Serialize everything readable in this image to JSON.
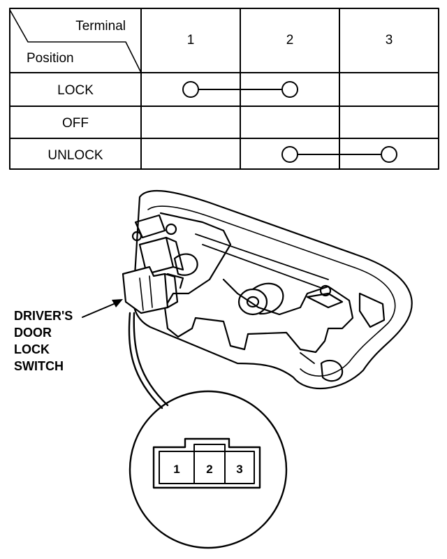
{
  "table": {
    "header_terminal": "Terminal",
    "header_position": "Position",
    "terminals": [
      "1",
      "2",
      "3"
    ],
    "rows": [
      {
        "position": "LOCK",
        "connected": [
          "1",
          "2"
        ]
      },
      {
        "position": "OFF",
        "connected": []
      },
      {
        "position": "UNLOCK",
        "connected": [
          "2",
          "3"
        ]
      }
    ]
  },
  "callout": {
    "lines": [
      "DRIVER'S",
      "DOOR",
      "LOCK",
      "SWITCH"
    ]
  },
  "connector": {
    "pins": [
      "1",
      "2",
      "3"
    ]
  }
}
